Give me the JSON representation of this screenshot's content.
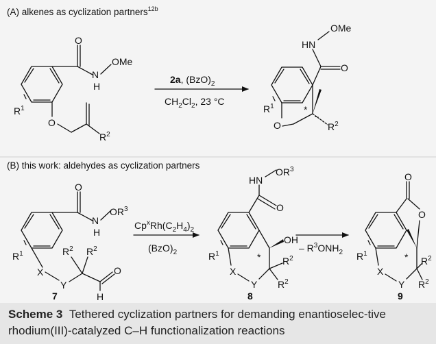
{
  "section_a": {
    "title": "(A) alkenes as cyclization partners",
    "ref": "12b",
    "reagent_bold": "2a",
    "reagent_rest": ", (BzO)",
    "reagent_sub": "2",
    "cond_pre": "CH",
    "cond_sub1": "2",
    "cond_mid": "Cl",
    "cond_sub2": "2",
    "cond_post": ", 23 °C"
  },
  "section_b": {
    "title": "(B) this work: aldehydes as cyclization partners",
    "cat_pre": "Cp",
    "cat_sup": "x",
    "cat_mid": "Rh(C",
    "cat_sub1": "2",
    "cat_h": "H",
    "cat_sub2": "4",
    "cat_post": ")",
    "cat_sub3": "2",
    "oxidant": "(BzO)",
    "oxidant_sub": "2",
    "byproduct_pre": "– R",
    "byproduct_sup": "3",
    "byproduct_post": "ONH",
    "byproduct_sub": "2"
  },
  "atoms": {
    "O": "O",
    "H": "H",
    "N": "N",
    "HN": "HN",
    "OMe": "OMe",
    "OR": "OR",
    "OH": "OH",
    "X": "X",
    "Y": "Y",
    "R": "R",
    "sup1": "1",
    "sup2": "2",
    "sup3": "3",
    "star": "*"
  },
  "compounds": {
    "c7": "7",
    "c8": "8",
    "c9": "9"
  },
  "caption": {
    "label": "Scheme 3",
    "text": "Tethered cyclization partners for demanding enantioselec-tive rhodium(III)-catalyzed C–H functionalization reactions"
  }
}
